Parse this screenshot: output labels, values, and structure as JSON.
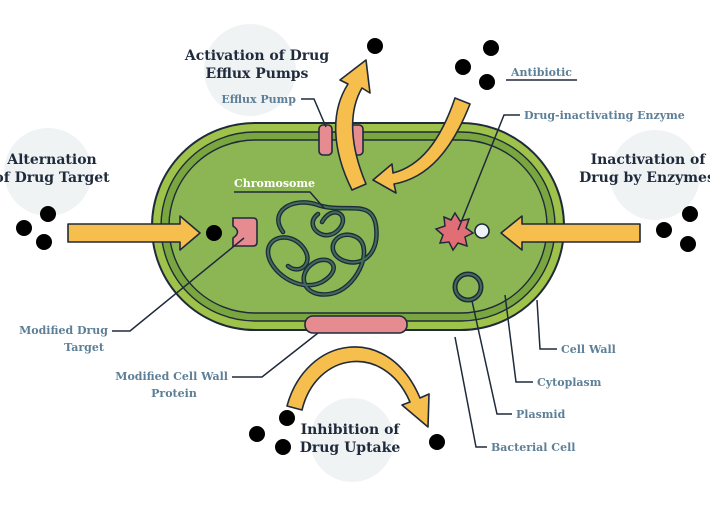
{
  "headings": {
    "efflux": [
      "Activation of Drug",
      "Efflux Pumps"
    ],
    "target": [
      "Alternation",
      "of Drug Target"
    ],
    "enzymes": [
      "Inactivation of",
      "Drug by Enzymes"
    ],
    "uptake": [
      "Inhibition of",
      "Drug Uptake"
    ]
  },
  "labels": {
    "efflux_pump": "Efflux Pump",
    "antibiotic": "Antibiotic",
    "drug_inactivating_enzyme": "Drug-inactivating Enzyme",
    "chromosome": "Chromosome",
    "modified_drug_target": [
      "Modified Drug",
      "Target"
    ],
    "modified_cell_wall_protein": [
      "Modified Cell Wall",
      "Protein"
    ],
    "cell_wall": "Cell Wall",
    "cytoplasm": "Cytoplasm",
    "plasmid": "Plasmid",
    "bacterial_cell": "Bacterial Cell"
  },
  "colors": {
    "outline": "#1f2a3a",
    "cell_wall": "#9fc24a",
    "cytoplasm": "#8cb654",
    "membrane_band": "#79a63e",
    "arrow": "#f6bf4d",
    "molecule": "#8ea4b8",
    "protein_pink": "#e68c90",
    "enzyme_pink": "#e26e75",
    "label_blue": "#5d7f97",
    "chromosome": "#3f6d5a"
  }
}
